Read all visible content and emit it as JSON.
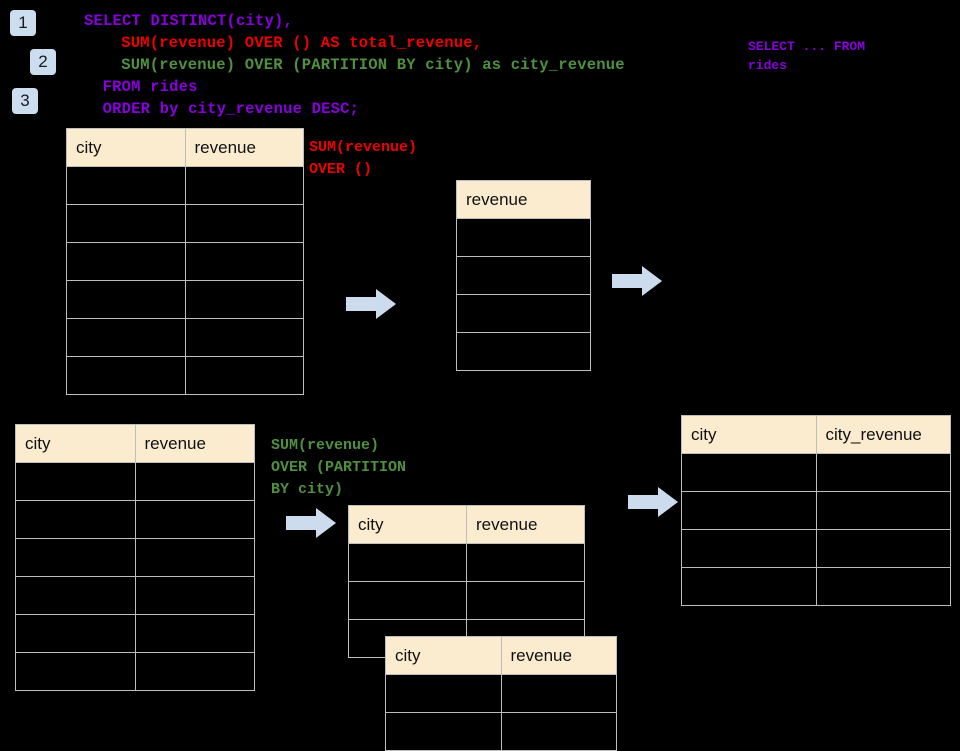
{
  "badges": [
    {
      "id": "1",
      "label": "1"
    },
    {
      "id": "2",
      "label": "2"
    },
    {
      "id": "3",
      "label": "3"
    }
  ],
  "colors": {
    "background": "#000000",
    "badge_bg": "#ccddf0",
    "purple": "#8800dd",
    "red": "#ee0000",
    "green": "#4f9140",
    "table_header_bg": "#fbecd0",
    "table_border": "#bdbdbd",
    "arrow_fill": "#ccdcee"
  },
  "sql": {
    "lines": [
      {
        "text": "SELECT DISTINCT(city),",
        "color": "purple",
        "indent": 0
      },
      {
        "text": "SUM(revenue) OVER () AS total_revenue,",
        "color": "red",
        "indent": 4
      },
      {
        "text": "SUM(revenue) OVER (PARTITION BY city) as city_revenue",
        "color": "green",
        "indent": 4
      },
      {
        "text": "FROM rides",
        "color": "purple",
        "indent": 2
      },
      {
        "text": "ORDER by city_revenue DESC;",
        "color": "purple",
        "indent": 2
      }
    ]
  },
  "notes": {
    "select_from_rides": "SELECT ... FROM\nrides",
    "over_empty": "SUM(revenue)\nOVER ()",
    "over_partition": "SUM(revenue)\nOVER (PARTITION\nBY city)"
  },
  "tables": {
    "source_top": {
      "name": "source-table-top",
      "columns": [
        "city",
        "revenue"
      ],
      "row_count": 6,
      "rows": [
        [
          "",
          ""
        ],
        [
          "",
          ""
        ],
        [
          "",
          ""
        ],
        [
          "",
          ""
        ],
        [
          "",
          ""
        ],
        [
          "",
          ""
        ]
      ]
    },
    "total_revenue": {
      "name": "total-revenue-table",
      "columns": [
        "revenue"
      ],
      "row_count": 4,
      "rows": [
        [
          ""
        ],
        [
          ""
        ],
        [
          ""
        ],
        [
          ""
        ]
      ]
    },
    "source_bottom": {
      "name": "source-table-bottom",
      "columns": [
        "city",
        "revenue"
      ],
      "row_count": 6,
      "rows": [
        [
          "",
          ""
        ],
        [
          "",
          ""
        ],
        [
          "",
          ""
        ],
        [
          "",
          ""
        ],
        [
          "",
          ""
        ],
        [
          "",
          ""
        ]
      ]
    },
    "partition_a": {
      "name": "partition-table-a",
      "columns": [
        "city",
        "revenue"
      ],
      "row_count": 3,
      "rows": [
        [
          "",
          ""
        ],
        [
          "",
          ""
        ],
        [
          "",
          ""
        ]
      ]
    },
    "partition_b": {
      "name": "partition-table-b",
      "columns": [
        "city",
        "revenue"
      ],
      "row_count": 2,
      "rows": [
        [
          "",
          ""
        ],
        [
          "",
          ""
        ]
      ]
    },
    "result": {
      "name": "result-table",
      "columns": [
        "city",
        "city_revenue"
      ],
      "row_count": 4,
      "rows": [
        [
          "",
          ""
        ],
        [
          "",
          ""
        ],
        [
          "",
          ""
        ],
        [
          "",
          ""
        ]
      ]
    }
  },
  "arrows": [
    {
      "name": "arrow-source-to-total",
      "direction": "right"
    },
    {
      "name": "arrow-total-to-result",
      "direction": "right"
    },
    {
      "name": "arrow-source-to-partition",
      "direction": "right"
    },
    {
      "name": "arrow-partition-to-result",
      "direction": "right"
    }
  ]
}
